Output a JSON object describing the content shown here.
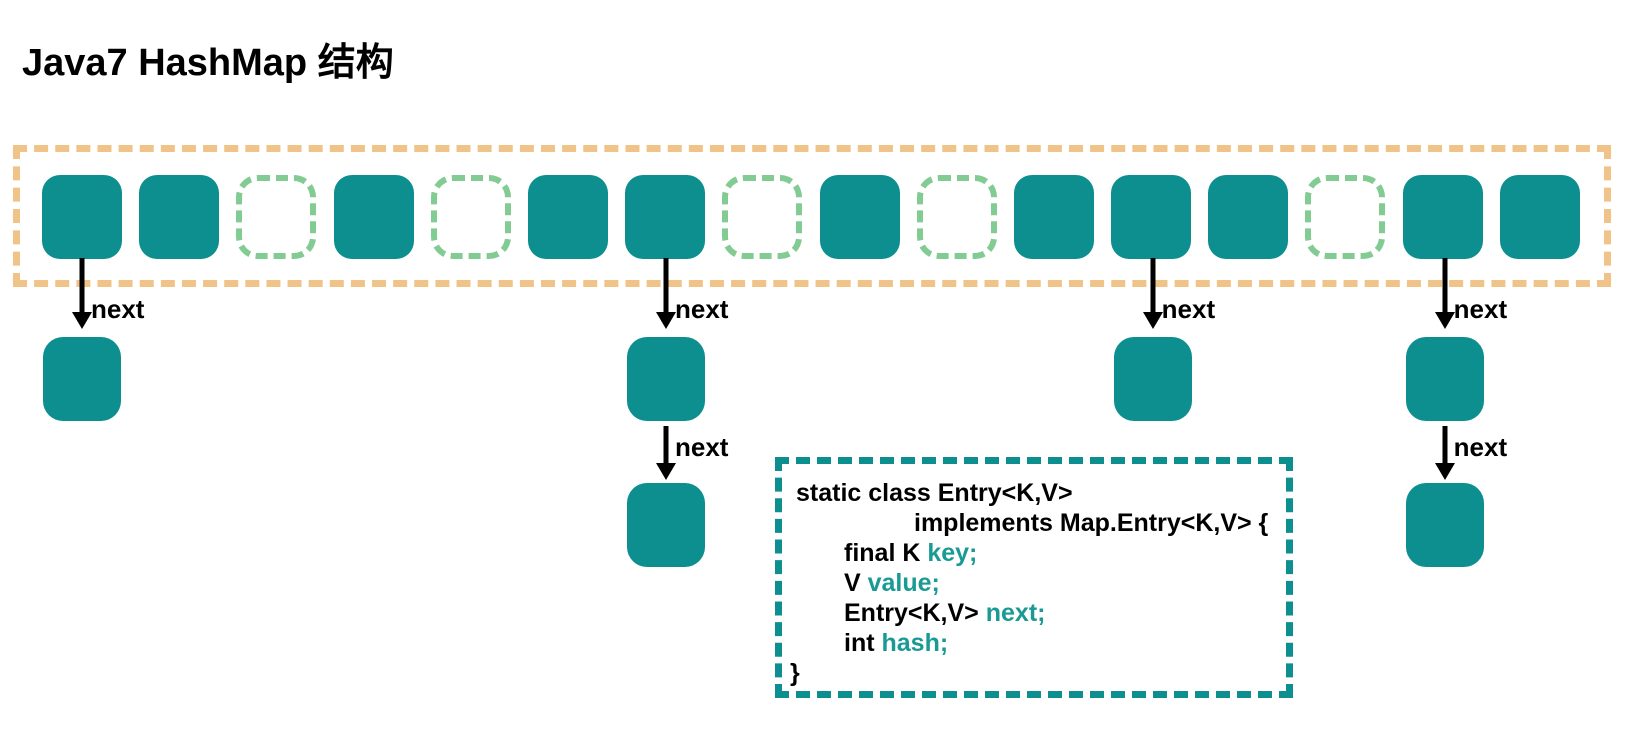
{
  "title": "Java7 HashMap 结构",
  "palette": {
    "teal_fill": "#0e8f8f",
    "teal_text": "#1a9a94",
    "bucket_empty_green": "#82cb92",
    "array_border_orange": "#f0c489",
    "text_black": "#000000"
  },
  "bucket_array": {
    "buckets": [
      "filled",
      "filled",
      "empty",
      "filled",
      "empty",
      "filled",
      "filled",
      "empty",
      "filled",
      "empty",
      "filled",
      "filled",
      "filled",
      "empty",
      "filled",
      "filled"
    ]
  },
  "chains": [
    {
      "bucket_index": 0,
      "links": [
        {
          "label": "next"
        }
      ]
    },
    {
      "bucket_index": 6,
      "links": [
        {
          "label": "next"
        },
        {
          "label": "next"
        }
      ]
    },
    {
      "bucket_index": 11,
      "links": [
        {
          "label": "next"
        }
      ]
    },
    {
      "bucket_index": 14,
      "links": [
        {
          "label": "next"
        },
        {
          "label": "next"
        }
      ]
    }
  ],
  "code_box": {
    "lines": [
      {
        "indent": 6,
        "segments": [
          {
            "text": "static class Entry<K,V>",
            "style": "plain"
          }
        ]
      },
      {
        "indent": 124,
        "segments": [
          {
            "text": "implements Map.Entry<K,V> {",
            "style": "plain"
          }
        ]
      },
      {
        "indent": 54,
        "segments": [
          {
            "text": "final K ",
            "style": "plain"
          },
          {
            "text": "key;",
            "style": "field"
          }
        ]
      },
      {
        "indent": 54,
        "segments": [
          {
            "text": "V ",
            "style": "plain"
          },
          {
            "text": "value;",
            "style": "field"
          }
        ]
      },
      {
        "indent": 54,
        "segments": [
          {
            "text": "Entry<K,V> ",
            "style": "plain"
          },
          {
            "text": "next;",
            "style": "field"
          }
        ]
      },
      {
        "indent": 54,
        "segments": [
          {
            "text": "int ",
            "style": "plain"
          },
          {
            "text": "hash;",
            "style": "field"
          }
        ]
      },
      {
        "indent": 0,
        "segments": [
          {
            "text": "}",
            "style": "plain"
          }
        ]
      }
    ]
  }
}
